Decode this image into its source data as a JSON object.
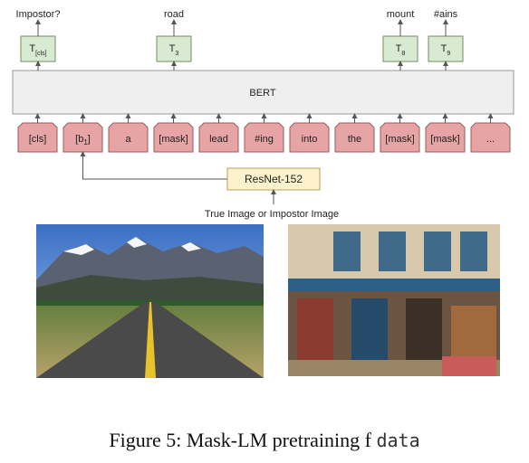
{
  "outputs": [
    {
      "label": "Impostor?",
      "token_main": "T",
      "token_sub": "[cls]",
      "col": 0
    },
    {
      "label": "road",
      "token_main": "T",
      "token_sub": "3",
      "col": 3
    },
    {
      "label": "mount",
      "token_main": "T",
      "token_sub": "8",
      "col": 8
    },
    {
      "label": "#ains",
      "token_main": "T",
      "token_sub": "9",
      "col": 9
    }
  ],
  "bert_label": "BERT",
  "inputs": [
    {
      "main": "[cls]",
      "sub": ""
    },
    {
      "main": "[b",
      "sub": "1",
      "suffix": "]"
    },
    {
      "main": "a",
      "sub": ""
    },
    {
      "main": "[mask]",
      "sub": ""
    },
    {
      "main": "lead",
      "sub": ""
    },
    {
      "main": "#ing",
      "sub": ""
    },
    {
      "main": "into",
      "sub": ""
    },
    {
      "main": "the",
      "sub": ""
    },
    {
      "main": "[mask]",
      "sub": ""
    },
    {
      "main": "[mask]",
      "sub": ""
    },
    {
      "main": "...",
      "sub": ""
    }
  ],
  "encoder_label": "ResNet-152",
  "image_caption": "True Image or Impostor Image",
  "figure_caption": "Figure 5: Mask-LM pretraining f",
  "figure_caption_tail": "data",
  "colors": {
    "output_fill": "#d9ead3",
    "input_fill": "#e6a4a4",
    "bert_fill": "#efefef",
    "encoder_fill": "#fdf2cc",
    "stroke": "#555555"
  }
}
